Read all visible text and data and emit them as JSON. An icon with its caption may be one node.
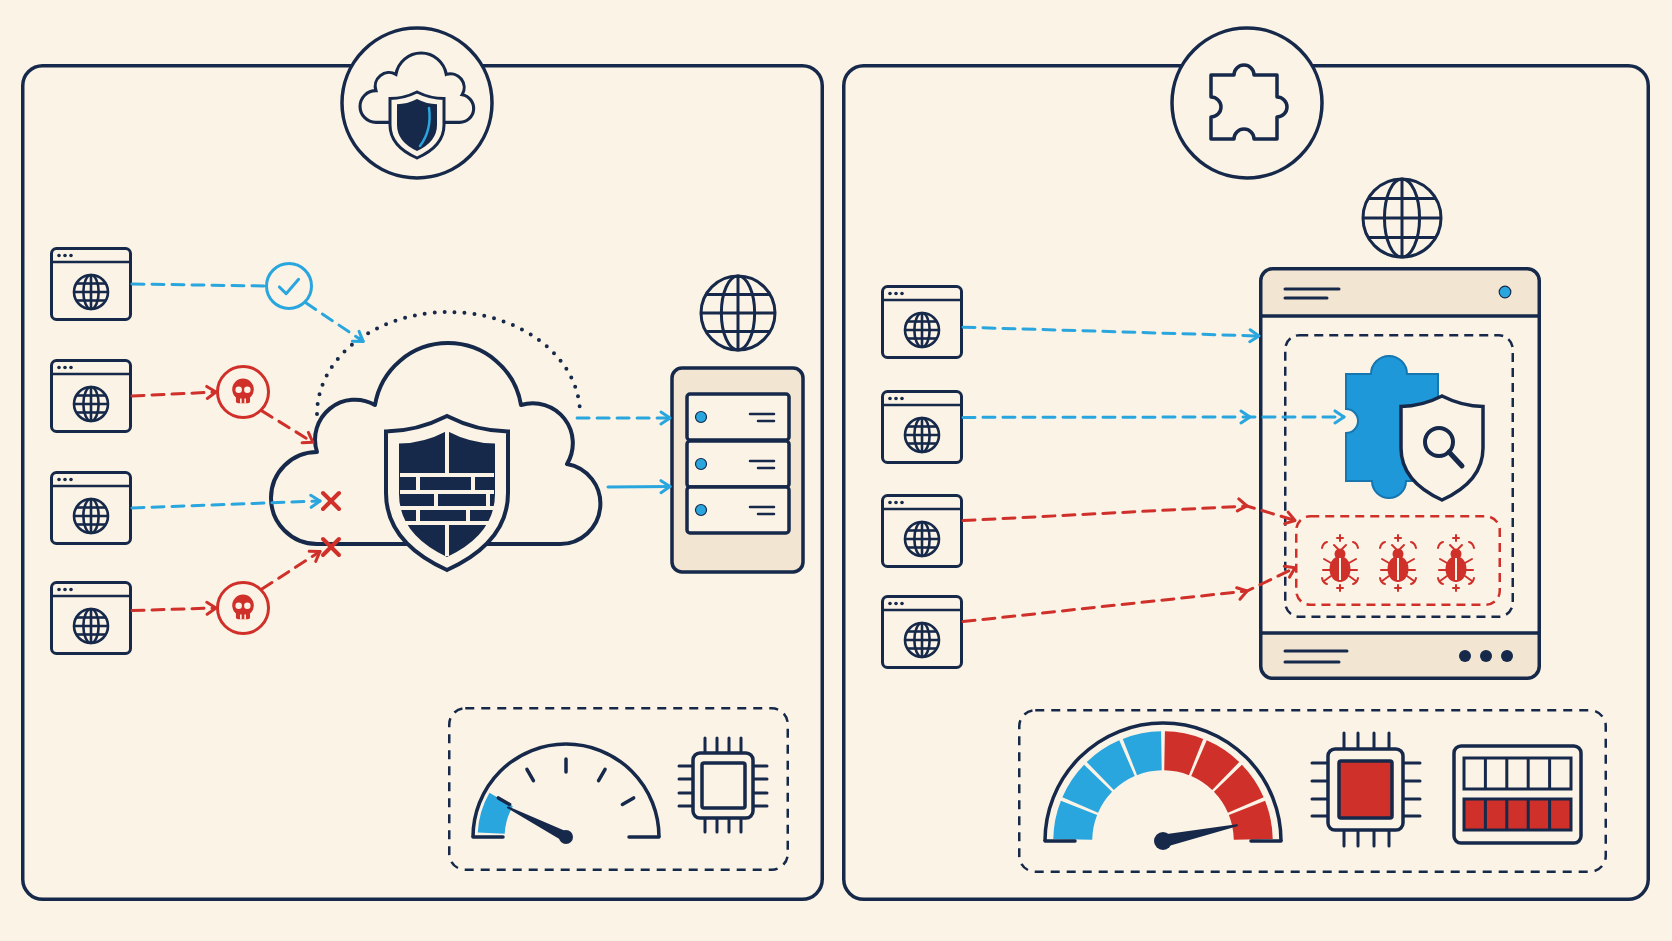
{
  "diagram": {
    "nodes": [
      {
        "text": [],
        "shape": "box"
      },
      {
        "text": [],
        "shape": "picture",
        "in": 0
      },
      {
        "text": [],
        "shape": "picture",
        "in": 0
      },
      {
        "text": [],
        "shape": "picture",
        "in": 0
      },
      {
        "text": [],
        "shape": "picture",
        "in": 0
      },
      {
        "text": [],
        "shape": "circle",
        "in": 0
      },
      {
        "text": [],
        "shape": "circle",
        "in": 0
      },
      {
        "text": [],
        "shape": "circle",
        "in": 0
      },
      {
        "text": [],
        "shape": "cloud",
        "in": 0
      },
      {
        "text": [],
        "shape": "cross",
        "in": 8
      },
      {
        "text": [],
        "shape": "cross",
        "in": 0
      },
      {
        "text": [],
        "shape": "picture",
        "in": 0
      },
      {
        "text": [],
        "shape": "box"
      },
      {
        "text": [],
        "shape": "picture",
        "in": 12
      },
      {
        "text": [],
        "shape": "picture",
        "in": 12
      },
      {
        "text": [],
        "shape": "picture",
        "in": 12
      },
      {
        "text": [],
        "shape": "picture",
        "in": 12
      },
      {
        "text": [],
        "shape": "box",
        "in": 12
      },
      {
        "text": [],
        "shape": "box",
        "in": 17
      },
      {
        "text": [],
        "shape": "puzzle",
        "in": 18
      },
      {
        "text": [],
        "shape": "box",
        "in": 18
      }
    ],
    "edges": [
      {
        "from": 1,
        "to": 5,
        "arrow": "none",
        "style": "dashed"
      },
      {
        "from": 5,
        "to": 8,
        "arrow": "to",
        "style": "dashed"
      },
      {
        "from": 2,
        "to": 6,
        "arrow": "to",
        "style": "dashed",
        "color": "#d0302a"
      },
      {
        "from": 6,
        "to": 8,
        "arrow": "to",
        "style": "dashed",
        "color": "#d0302a"
      },
      {
        "from": 3,
        "to": 9,
        "arrow": "to",
        "style": "dashed"
      },
      {
        "from": 4,
        "to": 7,
        "arrow": "to",
        "style": "dashed",
        "color": "#d0302a"
      },
      {
        "from": 7,
        "to": 10,
        "arrow": "to",
        "style": "dashed",
        "color": "#d0302a"
      },
      {
        "from": 8,
        "to": 11,
        "arrow": "to",
        "style": "dashed"
      },
      {
        "from": 8,
        "to": 11,
        "arrow": "to"
      },
      {
        "from": 13,
        "to": 17,
        "arrow": "to",
        "style": "dashed"
      },
      {
        "from": 14,
        "to": 19,
        "arrow": "to",
        "style": "dashed"
      },
      {
        "from": 15,
        "to": 20,
        "arrow": "to",
        "style": "dashed",
        "color": "#d0302a"
      },
      {
        "from": 16,
        "to": 20,
        "arrow": "to",
        "style": "dashed",
        "color": "#d0302a"
      }
    ]
  }
}
